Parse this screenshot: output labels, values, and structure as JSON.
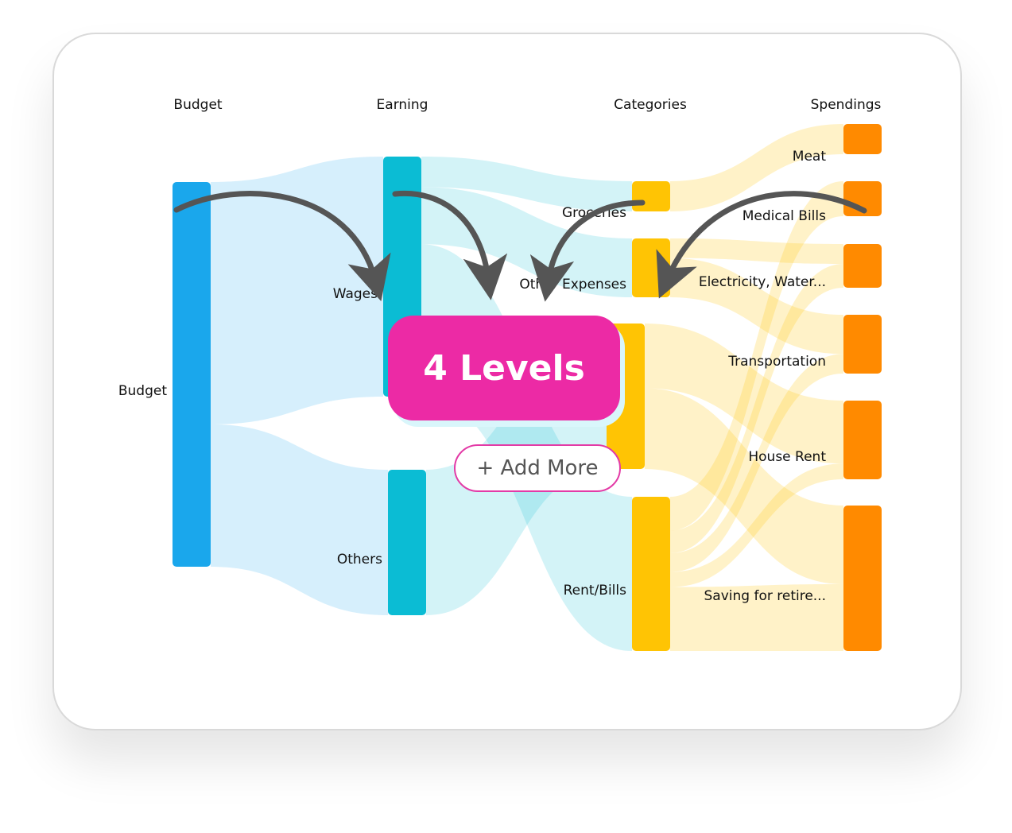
{
  "badge": {
    "label": "4 Levels"
  },
  "add_more": {
    "label": "+ Add More"
  },
  "colors": {
    "level1": "#1aa7ec",
    "level2": "#0bbcd4",
    "level3": "#ffc404",
    "level4": "#ff8a00",
    "badge": "#ec2aa5",
    "arrow": "#555555"
  },
  "chart_data": {
    "type": "sankey",
    "level_headers": [
      "Budget",
      "Earning",
      "Categories",
      "Spendings"
    ],
    "nodes": [
      {
        "id": "budget",
        "label": "Budget",
        "level": 0
      },
      {
        "id": "wages",
        "label": "Wages",
        "level": 1
      },
      {
        "id": "others",
        "label": "Others",
        "level": 1
      },
      {
        "id": "groceries",
        "label": "Groceries",
        "level": 2
      },
      {
        "id": "other_expenses",
        "label": "Other Expenses",
        "level": 2
      },
      {
        "id": "hidden_category",
        "label": "",
        "level": 2
      },
      {
        "id": "rent_bills",
        "label": "Rent/Bills",
        "level": 2
      },
      {
        "id": "meat",
        "label": "Meat",
        "level": 3
      },
      {
        "id": "medical_bills",
        "label": "Medical Bills",
        "level": 3
      },
      {
        "id": "electricity_water",
        "label": "Electricity, Water...",
        "level": 3
      },
      {
        "id": "transportation",
        "label": "Transportation",
        "level": 3
      },
      {
        "id": "house_rent",
        "label": "House Rent",
        "level": 3
      },
      {
        "id": "saving_retire",
        "label": "Saving for retire...",
        "level": 3
      }
    ],
    "node_values": {
      "budget": 100,
      "wages": 63,
      "others": 37,
      "groceries": 8,
      "other_expenses": 15,
      "hidden_category": 36,
      "rent_bills": 41,
      "meat": 8,
      "medical_bills": 9,
      "electricity_water": 11,
      "transportation": 15,
      "house_rent": 20,
      "saving_retire": 37
    },
    "links": [
      {
        "source": "budget",
        "target": "wages",
        "value": 63
      },
      {
        "source": "budget",
        "target": "others",
        "value": 37
      },
      {
        "source": "wages",
        "target": "groceries",
        "value": 8
      },
      {
        "source": "wages",
        "target": "other_expenses",
        "value": 15
      },
      {
        "source": "wages",
        "target": "rent_bills",
        "value": 40
      },
      {
        "source": "others",
        "target": "hidden_category",
        "value": 36
      },
      {
        "source": "groceries",
        "target": "meat",
        "value": 8
      },
      {
        "source": "other_expenses",
        "target": "electricity_water",
        "value": 5
      },
      {
        "source": "other_expenses",
        "target": "transportation",
        "value": 10
      },
      {
        "source": "hidden_category",
        "target": "house_rent",
        "value": 16
      },
      {
        "source": "hidden_category",
        "target": "saving_retire",
        "value": 20
      },
      {
        "source": "rent_bills",
        "target": "medical_bills",
        "value": 9
      },
      {
        "source": "rent_bills",
        "target": "electricity_water",
        "value": 6
      },
      {
        "source": "rent_bills",
        "target": "transportation",
        "value": 5
      },
      {
        "source": "rent_bills",
        "target": "house_rent",
        "value": 4
      },
      {
        "source": "rent_bills",
        "target": "saving_retire",
        "value": 17
      }
    ]
  }
}
